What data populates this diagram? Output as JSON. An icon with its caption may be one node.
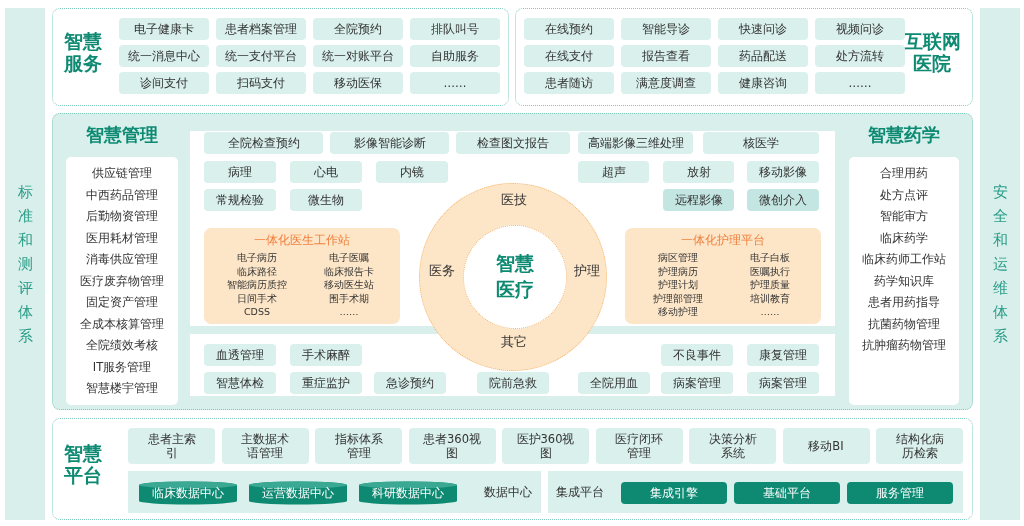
{
  "diagram": {
    "nodes": [
      {
        "text": [
          "标准和测评体系"
        ]
      },
      {
        "text": [
          "智慧服务"
        ]
      },
      {
        "text": [
          "电子健康卡"
        ],
        "in": 1
      },
      {
        "text": [
          "患者档案管理"
        ],
        "in": 1
      },
      {
        "text": [
          "全院预约"
        ],
        "in": 1
      },
      {
        "text": [
          "排队叫号"
        ],
        "in": 1
      },
      {
        "text": [
          "统一消息中心"
        ],
        "in": 1
      },
      {
        "text": [
          "统一支付平台"
        ],
        "in": 1
      },
      {
        "text": [
          "统一对账平台"
        ],
        "in": 1
      },
      {
        "text": [
          "自助服务"
        ],
        "in": 1
      },
      {
        "text": [
          "诊间支付"
        ],
        "in": 1
      },
      {
        "text": [
          "扫码支付"
        ],
        "in": 1
      },
      {
        "text": [
          "移动医保"
        ],
        "in": 1
      },
      {
        "text": [
          "……"
        ],
        "in": 1
      },
      {
        "text": [
          "互联网医院"
        ]
      },
      {
        "text": [
          "在线预约"
        ],
        "in": 14
      },
      {
        "text": [
          "智能导诊"
        ],
        "in": 14
      },
      {
        "text": [
          "快速问诊"
        ],
        "in": 14
      },
      {
        "text": [
          "视频问诊"
        ],
        "in": 14
      },
      {
        "text": [
          "在线支付"
        ],
        "in": 14
      },
      {
        "text": [
          "报告查看"
        ],
        "in": 14
      },
      {
        "text": [
          "药品配送"
        ],
        "in": 14
      },
      {
        "text": [
          "处方流转"
        ],
        "in": 14
      },
      {
        "text": [
          "患者随访"
        ],
        "in": 14
      },
      {
        "text": [
          "满意度调查"
        ],
        "in": 14
      },
      {
        "text": [
          "健康咨询"
        ],
        "in": 14
      },
      {
        "text": [
          "……"
        ],
        "in": 14
      },
      {
        "text": [],
        "shape": "box"
      },
      {
        "text": [
          "智慧管理",
          "供应链管理",
          "中西药品管理",
          "后勤物资管理",
          "医用耗材管理",
          "消毒供应管理",
          "医疗废弃物管理",
          "固定资产管理",
          "全成本核算管理",
          "全院绩效考核",
          "IT服务管理",
          "智慧楼宇管理"
        ],
        "in": 27
      },
      {
        "text": [
          "智慧药学",
          "合理用药",
          "处方点评",
          "智能审方",
          "临床药学",
          "临床药师工作站",
          "药学知识库",
          "患者用药指导",
          "抗菌药物管理",
          "抗肿瘤药物管理"
        ],
        "in": 27
      },
      {
        "text": [
          "全院检查预约"
        ],
        "in": 27
      },
      {
        "text": [
          "影像智能诊断"
        ],
        "in": 27
      },
      {
        "text": [
          "检查图文报告"
        ],
        "in": 27
      },
      {
        "text": [
          "高端影像三维处理"
        ],
        "in": 27
      },
      {
        "text": [
          "核医学"
        ],
        "in": 27
      },
      {
        "text": [
          "病理"
        ],
        "in": 27
      },
      {
        "text": [
          "心电"
        ],
        "in": 27
      },
      {
        "text": [
          "内镜"
        ],
        "in": 27
      },
      {
        "text": [
          "超声"
        ],
        "in": 27
      },
      {
        "text": [
          "放射"
        ],
        "in": 27
      },
      {
        "text": [
          "移动影像"
        ],
        "in": 27
      },
      {
        "text": [
          "常规检验"
        ],
        "in": 27
      },
      {
        "text": [
          "微生物"
        ],
        "in": 27
      },
      {
        "text": [
          "远程影像"
        ],
        "in": 27
      },
      {
        "text": [
          "微创介入"
        ],
        "in": 27
      },
      {
        "text": [
          "一体化医生工作站",
          "电子病历",
          "电子医嘱",
          "临床路径",
          "临床报告卡",
          "智能病历质控",
          "移动医生站",
          "日间手术",
          "围手术期",
          "CDSS",
          "……"
        ],
        "in": 27
      },
      {
        "text": [
          "一体化护理平台",
          "病区管理",
          "电子白板",
          "护理病历",
          "医嘱执行",
          "护理计划",
          "护理质量",
          "护理部管理",
          "培训教育",
          "移动护理",
          "……"
        ],
        "in": 27
      },
      {
        "text": [
          "医技",
          "医务",
          "护理",
          "其它"
        ],
        "in": 27
      },
      {
        "text": [
          "智慧医疗"
        ],
        "in": 47
      },
      {
        "text": [
          "血透管理"
        ],
        "in": 27
      },
      {
        "text": [
          "手术麻醉"
        ],
        "in": 27
      },
      {
        "text": [
          "不良事件"
        ],
        "in": 27
      },
      {
        "text": [
          "康复管理"
        ],
        "in": 27
      },
      {
        "text": [
          "智慧体检"
        ],
        "in": 27
      },
      {
        "text": [
          "重症监护"
        ],
        "in": 27
      },
      {
        "text": [
          "急诊预约"
        ],
        "in": 27
      },
      {
        "text": [
          "院前急救"
        ],
        "in": 27
      },
      {
        "text": [
          "全院用血"
        ],
        "in": 27
      },
      {
        "text": [
          "病案管理"
        ],
        "in": 27
      },
      {
        "text": [
          "病案管理"
        ],
        "in": 27
      },
      {
        "text": [
          "智慧平台"
        ]
      },
      {
        "text": [
          "患者主索引"
        ],
        "in": 60
      },
      {
        "text": [
          "主数据术语管理"
        ],
        "in": 60
      },
      {
        "text": [
          "指标体系管理"
        ],
        "in": 60
      },
      {
        "text": [
          "患者360视图"
        ],
        "in": 60
      },
      {
        "text": [
          "医护360视图"
        ],
        "in": 60
      },
      {
        "text": [
          "医疗闭环管理"
        ],
        "in": 60
      },
      {
        "text": [
          "决策分析系统"
        ],
        "in": 60
      },
      {
        "text": [
          "移动BI"
        ],
        "in": 60
      },
      {
        "text": [
          "结构化病历检索"
        ],
        "in": 60
      },
      {
        "text": [
          "数据中心"
        ],
        "in": 60
      },
      {
        "text": [
          "临床数据中心"
        ],
        "in": 70
      },
      {
        "text": [
          "运营数据中心"
        ],
        "in": 70
      },
      {
        "text": [
          "科研数据中心"
        ],
        "in": 70
      },
      {
        "text": [
          "集成平台"
        ],
        "in": 60
      },
      {
        "text": [
          "集成引擎"
        ],
        "in": 74
      },
      {
        "text": [
          "基础平台"
        ],
        "in": 74
      },
      {
        "text": [
          "服务管理"
        ],
        "in": 74
      },
      {
        "text": [
          "安全和运维体系"
        ]
      }
    ]
  }
}
